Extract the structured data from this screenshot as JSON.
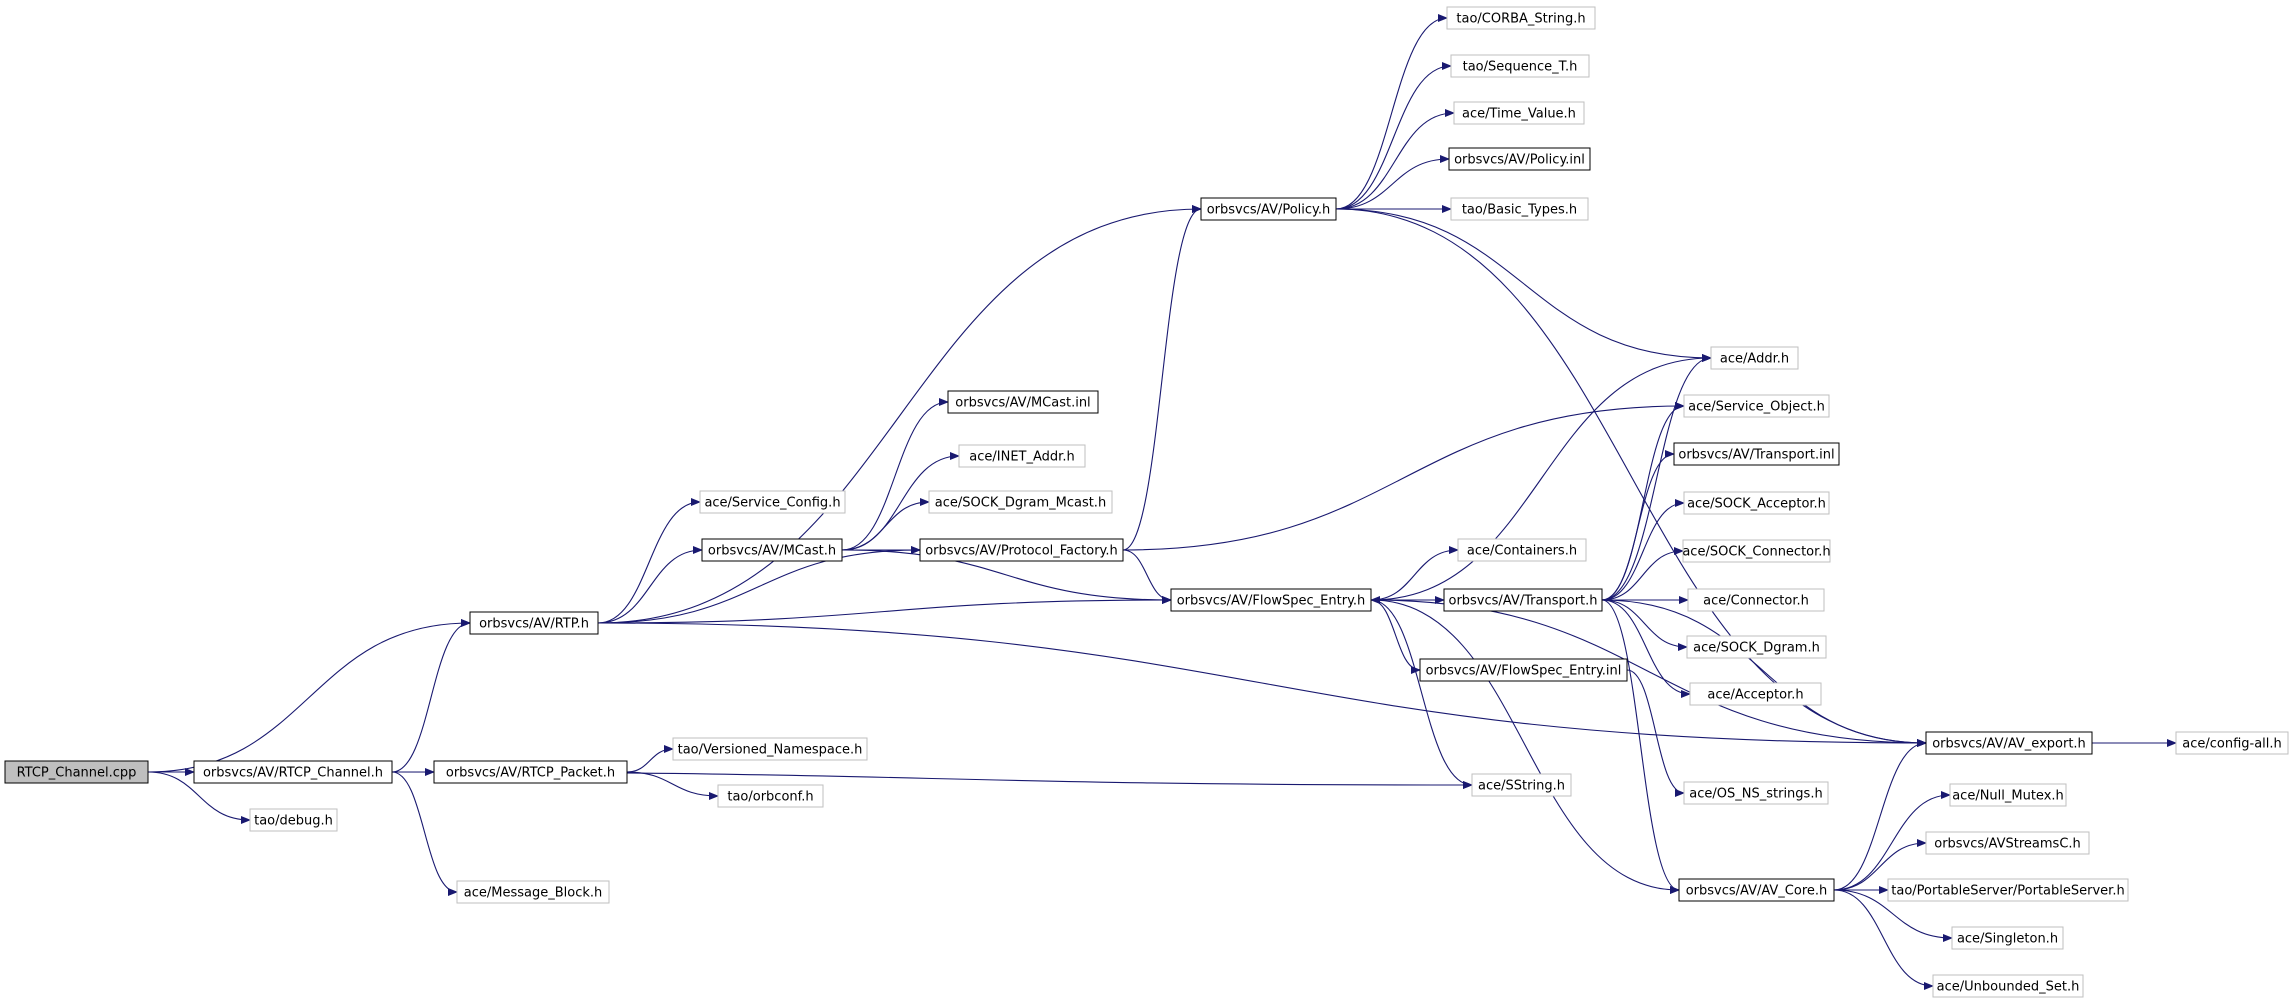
{
  "graph": {
    "root": "RTCP_Channel.cpp",
    "colors": {
      "edge": "#191970",
      "documented_border": "#000000",
      "undocumented_border": "#bfbfbf",
      "root_fill": "#bfbfbf"
    },
    "nodes": [
      {
        "id": "rtcp_cpp",
        "label": "RTCP_Channel.cpp",
        "kind": "root"
      },
      {
        "id": "rtcp_ch",
        "label": "orbsvcs/AV/RTCP_Channel.h",
        "kind": "documented"
      },
      {
        "id": "debug",
        "label": "tao/debug.h",
        "kind": "undocumented"
      },
      {
        "id": "rtp",
        "label": "orbsvcs/AV/RTP.h",
        "kind": "documented"
      },
      {
        "id": "rtcp_pkt",
        "label": "orbsvcs/AV/RTCP_Packet.h",
        "kind": "documented"
      },
      {
        "id": "msgblk",
        "label": "ace/Message_Block.h",
        "kind": "undocumented"
      },
      {
        "id": "versns",
        "label": "tao/Versioned_Namespace.h",
        "kind": "undocumented"
      },
      {
        "id": "orbconf",
        "label": "tao/orbconf.h",
        "kind": "undocumented"
      },
      {
        "id": "svcconf",
        "label": "ace/Service_Config.h",
        "kind": "undocumented"
      },
      {
        "id": "mcast",
        "label": "orbsvcs/AV/MCast.h",
        "kind": "documented"
      },
      {
        "id": "mcastinl",
        "label": "orbsvcs/AV/MCast.inl",
        "kind": "documented"
      },
      {
        "id": "inetaddr",
        "label": "ace/INET_Addr.h",
        "kind": "undocumented"
      },
      {
        "id": "sockdgm",
        "label": "ace/SOCK_Dgram_Mcast.h",
        "kind": "undocumented"
      },
      {
        "id": "protofac",
        "label": "orbsvcs/AV/Protocol_Factory.h",
        "kind": "documented"
      },
      {
        "id": "policy",
        "label": "orbsvcs/AV/Policy.h",
        "kind": "documented"
      },
      {
        "id": "corbastr",
        "label": "tao/CORBA_String.h",
        "kind": "undocumented"
      },
      {
        "id": "seqt",
        "label": "tao/Sequence_T.h",
        "kind": "undocumented"
      },
      {
        "id": "timeval",
        "label": "ace/Time_Value.h",
        "kind": "undocumented"
      },
      {
        "id": "policyinl",
        "label": "orbsvcs/AV/Policy.inl",
        "kind": "documented"
      },
      {
        "id": "basictypes",
        "label": "tao/Basic_Types.h",
        "kind": "undocumented"
      },
      {
        "id": "flowspec",
        "label": "orbsvcs/AV/FlowSpec_Entry.h",
        "kind": "documented"
      },
      {
        "id": "containers",
        "label": "ace/Containers.h",
        "kind": "undocumented"
      },
      {
        "id": "transport",
        "label": "orbsvcs/AV/Transport.h",
        "kind": "documented"
      },
      {
        "id": "flowspecinl",
        "label": "orbsvcs/AV/FlowSpec_Entry.inl",
        "kind": "documented"
      },
      {
        "id": "sstring",
        "label": "ace/SString.h",
        "kind": "undocumented"
      },
      {
        "id": "addr",
        "label": "ace/Addr.h",
        "kind": "undocumented"
      },
      {
        "id": "svcobj",
        "label": "ace/Service_Object.h",
        "kind": "undocumented"
      },
      {
        "id": "transinl",
        "label": "orbsvcs/AV/Transport.inl",
        "kind": "documented"
      },
      {
        "id": "sockacc",
        "label": "ace/SOCK_Acceptor.h",
        "kind": "undocumented"
      },
      {
        "id": "sockconn",
        "label": "ace/SOCK_Connector.h",
        "kind": "undocumented"
      },
      {
        "id": "connector",
        "label": "ace/Connector.h",
        "kind": "undocumented"
      },
      {
        "id": "sockdgram",
        "label": "ace/SOCK_Dgram.h",
        "kind": "undocumented"
      },
      {
        "id": "acceptor",
        "label": "ace/Acceptor.h",
        "kind": "undocumented"
      },
      {
        "id": "avexport",
        "label": "orbsvcs/AV/AV_export.h",
        "kind": "documented"
      },
      {
        "id": "configall",
        "label": "ace/config-all.h",
        "kind": "undocumented"
      },
      {
        "id": "osns",
        "label": "ace/OS_NS_strings.h",
        "kind": "undocumented"
      },
      {
        "id": "avcore",
        "label": "orbsvcs/AV/AV_Core.h",
        "kind": "documented"
      },
      {
        "id": "nullmutex",
        "label": "ace/Null_Mutex.h",
        "kind": "undocumented"
      },
      {
        "id": "avstreamsc",
        "label": "orbsvcs/AVStreamsC.h",
        "kind": "undocumented"
      },
      {
        "id": "portable",
        "label": "tao/PortableServer/PortableServer.h",
        "kind": "undocumented"
      },
      {
        "id": "singleton",
        "label": "ace/Singleton.h",
        "kind": "undocumented"
      },
      {
        "id": "unbset",
        "label": "ace/Unbounded_Set.h",
        "kind": "undocumented"
      }
    ],
    "edges": [
      [
        "rtcp_cpp",
        "rtp"
      ],
      [
        "rtcp_cpp",
        "rtcp_ch"
      ],
      [
        "rtcp_cpp",
        "debug"
      ],
      [
        "rtcp_ch",
        "rtp"
      ],
      [
        "rtcp_ch",
        "rtcp_pkt"
      ],
      [
        "rtcp_ch",
        "msgblk"
      ],
      [
        "rtcp_ch",
        "sstring"
      ],
      [
        "rtcp_pkt",
        "versns"
      ],
      [
        "rtcp_pkt",
        "orbconf"
      ],
      [
        "rtp",
        "policy"
      ],
      [
        "rtp",
        "svcconf"
      ],
      [
        "rtp",
        "mcast"
      ],
      [
        "rtp",
        "protofac"
      ],
      [
        "rtp",
        "flowspec"
      ],
      [
        "rtp",
        "avexport"
      ],
      [
        "mcast",
        "mcastinl"
      ],
      [
        "mcast",
        "inetaddr"
      ],
      [
        "mcast",
        "sockdgm"
      ],
      [
        "mcast",
        "protofac"
      ],
      [
        "mcast",
        "flowspec"
      ],
      [
        "protofac",
        "policy"
      ],
      [
        "protofac",
        "flowspec"
      ],
      [
        "protofac",
        "svcobj"
      ],
      [
        "policy",
        "corbastr"
      ],
      [
        "policy",
        "seqt"
      ],
      [
        "policy",
        "timeval"
      ],
      [
        "policy",
        "policyinl"
      ],
      [
        "policy",
        "basictypes"
      ],
      [
        "policy",
        "addr"
      ],
      [
        "policy",
        "avexport"
      ],
      [
        "flowspec",
        "addr"
      ],
      [
        "flowspec",
        "containers"
      ],
      [
        "flowspec",
        "transport"
      ],
      [
        "flowspec",
        "flowspecinl"
      ],
      [
        "flowspec",
        "sstring"
      ],
      [
        "flowspec",
        "avcore"
      ],
      [
        "flowspec",
        "avexport"
      ],
      [
        "transport",
        "flowspec"
      ],
      [
        "transport",
        "addr"
      ],
      [
        "transport",
        "svcobj"
      ],
      [
        "transport",
        "transinl"
      ],
      [
        "transport",
        "sockacc"
      ],
      [
        "transport",
        "sockconn"
      ],
      [
        "transport",
        "connector"
      ],
      [
        "transport",
        "sockdgram"
      ],
      [
        "transport",
        "acceptor"
      ],
      [
        "transport",
        "avexport"
      ],
      [
        "transport",
        "avcore"
      ],
      [
        "flowspecinl",
        "osns"
      ],
      [
        "avexport",
        "configall"
      ],
      [
        "avcore",
        "avexport"
      ],
      [
        "avcore",
        "nullmutex"
      ],
      [
        "avcore",
        "avstreamsc"
      ],
      [
        "avcore",
        "portable"
      ],
      [
        "avcore",
        "singleton"
      ],
      [
        "avcore",
        "unbset"
      ]
    ]
  }
}
